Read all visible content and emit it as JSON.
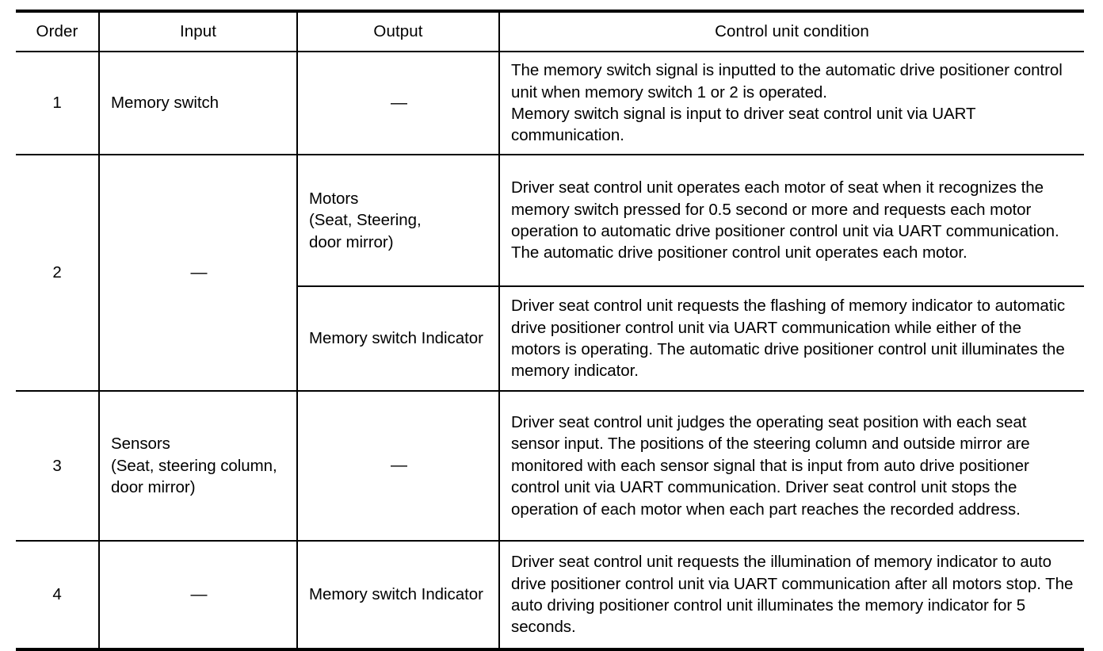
{
  "table": {
    "columns": [
      {
        "key": "order",
        "label": "Order"
      },
      {
        "key": "input",
        "label": "Input"
      },
      {
        "key": "output",
        "label": "Output"
      },
      {
        "key": "condition",
        "label": "Control unit condition"
      }
    ],
    "dash_symbol": "—",
    "rows": [
      {
        "order": "1",
        "input": "Memory switch",
        "output": "—",
        "condition": "The memory switch signal is inputted to the automatic drive positioner control unit when memory switch 1 or 2 is operated.\nMemory switch signal is input to driver seat control unit via UART communication."
      },
      {
        "order": "2",
        "input": "—",
        "subrows": [
          {
            "output": "Motors\n(Seat, Steering,\ndoor mirror)",
            "condition": "Driver seat control unit operates each motor of seat when it recognizes the memory switch pressed for 0.5 second or more and requests each motor operation to automatic drive positioner control unit via UART communication. The automatic drive positioner control unit operates each motor."
          },
          {
            "output": "Memory switch Indicator",
            "condition": "Driver seat control unit requests the flashing of memory indicator to automatic drive positioner control unit via UART communication while either of the motors is operating. The automatic drive positioner control unit illuminates the memory indicator."
          }
        ]
      },
      {
        "order": "3",
        "input": "Sensors\n(Seat, steering column, door mirror)",
        "output": "—",
        "condition": "Driver seat control unit judges the operating seat position with each seat sensor input. The positions of the steering column and outside mirror are monitored with each sensor signal that is input from auto drive positioner control unit via UART communication. Driver seat control unit stops the operation of each motor when each part reaches the recorded address."
      },
      {
        "order": "4",
        "input": "—",
        "output": "Memory switch Indicator",
        "condition": "Driver seat control unit requests the illumination of memory indicator to auto drive positioner control unit via UART communication after all motors stop. The auto driving positioner control unit illuminates the memory indicator for 5 seconds."
      }
    ]
  },
  "colors": {
    "rule": "#000000",
    "text": "#000000",
    "background": "#ffffff"
  }
}
